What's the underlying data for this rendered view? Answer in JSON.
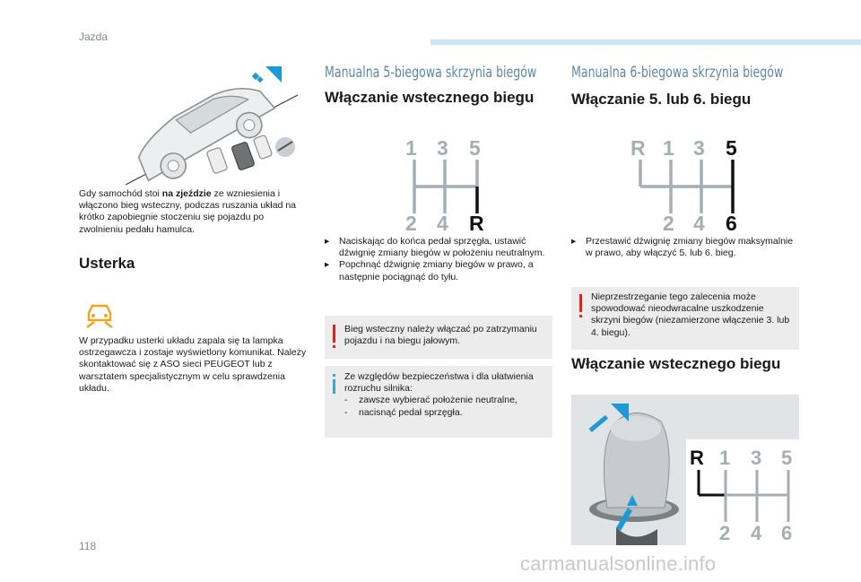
{
  "header": {
    "section": "Jazda",
    "page_number": "118"
  },
  "watermark": "carmanualsonline.info",
  "col1": {
    "slope_text_pre": "Gdy samochód stoi ",
    "slope_text_bold": "na zjeździe",
    "slope_text_post": " ze wzniesienia i włączono bieg wsteczny, podczas ruszania układ na krótko zapobiegnie stoczeniu się pojazdu po zwolnieniu pedału hamulca.",
    "fault_title": "Usterka",
    "fault_text": "W przypadku usterki układu zapala się ta lampka ostrzegawcza i zostaje wyświetlony komunikat. Należy skontaktować się z ASO sieci PEUGEOT lub z warsztatem specjalistycznym w celu sprawdzenia układu."
  },
  "col2": {
    "section_title": "Manualna 5-biegowa skrzynia biegów",
    "subtitle": "Włączanie wstecznego biegu",
    "gear_top": [
      "1",
      "3",
      "5"
    ],
    "gear_bottom": [
      "2",
      "4",
      "R"
    ],
    "steps": [
      "Naciskając do końca pedał sprzęgła, ustawić dźwignię zmiany biegów w położeniu neutralnym.",
      "Popchnąć dźwignię zmiany biegów w prawo, a następnie pociągnąć do tyłu."
    ],
    "warning_text": "Bieg wsteczny należy włączać po zatrzymaniu pojazdu i na biegu jałowym.",
    "info_text": "Ze względów bezpieczeństwa i dla ułatwienia rozruchu silnika:",
    "info_items": [
      "zawsze wybierać położenie neutralne,",
      "nacisnąć pedał sprzęgła."
    ]
  },
  "col3": {
    "section_title": "Manualna 6-biegowa skrzynia biegów",
    "subtitle": "Włączanie 5. lub 6. biegu",
    "gear_top": [
      "R",
      "1",
      "3",
      "5"
    ],
    "gear_bottom": [
      "2",
      "4",
      "6"
    ],
    "steps": [
      "Przestawić dźwignię zmiany biegów maksymalnie w prawo, aby włączyć 5. lub 6. bieg."
    ],
    "warning_text": "Nieprzestrzeganie tego zalecenia może spowodować nieodwracalne uszkodzenie skrzyni biegów (niezamierzone włączenie 3. lub 4. biegu).",
    "subtitle2": "Włączanie wstecznego biegu",
    "gear2_top": [
      "R",
      "1",
      "3",
      "5"
    ],
    "gear2_bottom": [
      "2",
      "4",
      "6"
    ]
  },
  "colors": {
    "accent": "#5b8aa6",
    "warning": "#e2211c",
    "info": "#3fa3d6",
    "gear_grey": "#a4aeb5",
    "icon_orange": "#f0a520"
  }
}
